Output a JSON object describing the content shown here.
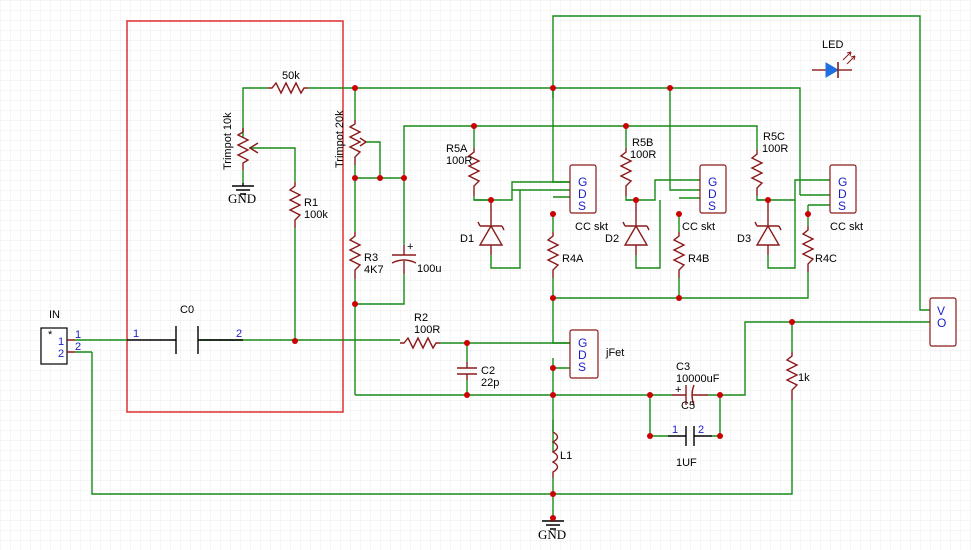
{
  "schematic": {
    "components": {
      "trimpot1": {
        "label": "Trimpot 10k"
      },
      "trimpot2": {
        "label": "Trimpot 20k"
      },
      "r50k": {
        "label": "50k"
      },
      "r1": {
        "ref": "R1",
        "value": "100k"
      },
      "r2": {
        "ref": "R2",
        "value": "100R"
      },
      "r3": {
        "ref": "R3",
        "value": "4K7"
      },
      "r5a": {
        "ref": "R5A",
        "value": "100R"
      },
      "r5b": {
        "ref": "R5B",
        "value": "100R"
      },
      "r5c": {
        "ref": "R5C",
        "value": "100R"
      },
      "r4a": {
        "ref": "R4A"
      },
      "r4b": {
        "ref": "R4B"
      },
      "r4c": {
        "ref": "R4C"
      },
      "r1k": {
        "value": "1k"
      },
      "c0": {
        "ref": "C0",
        "pin1": "1",
        "pin2": "2"
      },
      "c2": {
        "ref": "C2",
        "value": "22p"
      },
      "c3": {
        "ref": "C3",
        "value": "10000uF"
      },
      "c5": {
        "ref": "C5",
        "value": "1UF",
        "pin1": "1",
        "pin2": "2"
      },
      "c100u": {
        "value": "100u"
      },
      "d1": {
        "ref": "D1"
      },
      "d2": {
        "ref": "D2"
      },
      "d3": {
        "ref": "D3"
      },
      "l1": {
        "ref": "L1"
      },
      "led": {
        "label": "LED"
      },
      "jfet": {
        "label": "jFet",
        "g": "G",
        "d": "D",
        "s": "S"
      },
      "cc1": {
        "label": "CC skt"
      },
      "cc2": {
        "label": "CC skt"
      },
      "cc3": {
        "label": "CC skt"
      },
      "in": {
        "label": "IN",
        "star": "*",
        "pin1": "1",
        "pin2": "2"
      },
      "vo": {
        "v": "V",
        "o": "O"
      },
      "gnd1": {
        "label": "GND"
      },
      "gnd2": {
        "label": "GND"
      },
      "plus": "+"
    },
    "colors": {
      "wire": "#178a17",
      "component": "#8b1a1a",
      "junction": "#cc0000",
      "pin_text": "#1c1cc8",
      "selection_box": "#e03030",
      "led": "#1f6fe0"
    }
  }
}
